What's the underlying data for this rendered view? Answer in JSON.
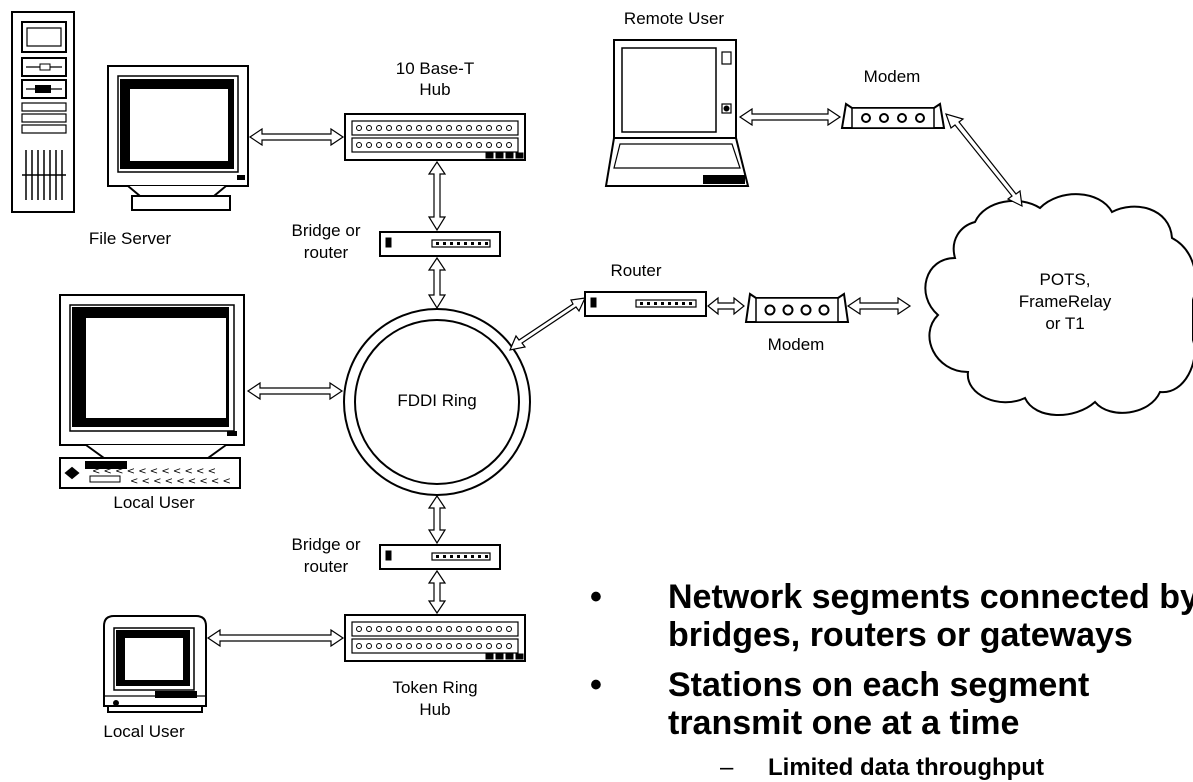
{
  "labels": {
    "remote_user": "Remote User",
    "modem_top": "Modem",
    "hub_top_line1": "10 Base-T",
    "hub_top_line2": "Hub",
    "file_server": "File Server",
    "bridge_top_line1": "Bridge or",
    "bridge_top_line2": "router",
    "router": "Router",
    "modem_mid": "Modem",
    "cloud_line1": "POTS,",
    "cloud_line2": "FrameRelay",
    "cloud_line3": "or T1",
    "fddi_ring": "FDDI Ring",
    "local_user_mid": "Local User",
    "bridge_bottom_line1": "Bridge or",
    "bridge_bottom_line2": "router",
    "token_hub_line1": "Token Ring",
    "token_hub_line2": "Hub",
    "local_user_bottom": "Local User"
  },
  "bullets": [
    {
      "marker": "•",
      "line1": "Network segments connected by",
      "line2": "bridges, routers or gateways"
    },
    {
      "marker": "•",
      "line1": "Stations on each segment",
      "line2": "transmit one at a time"
    }
  ],
  "sub_bullet": {
    "marker": "–",
    "text": "Limited data throughput"
  },
  "icons": {
    "file_server": "tower-server-icon",
    "monitor": "crt-monitor-icon",
    "hub": "network-hub-icon",
    "bridge": "bridge-router-icon",
    "modem": "modem-icon",
    "laptop": "laptop-icon",
    "cloud": "cloud-icon",
    "ring": "fddi-ring-icon",
    "mac": "compact-mac-icon",
    "keyboard": "keyboard-icon"
  }
}
